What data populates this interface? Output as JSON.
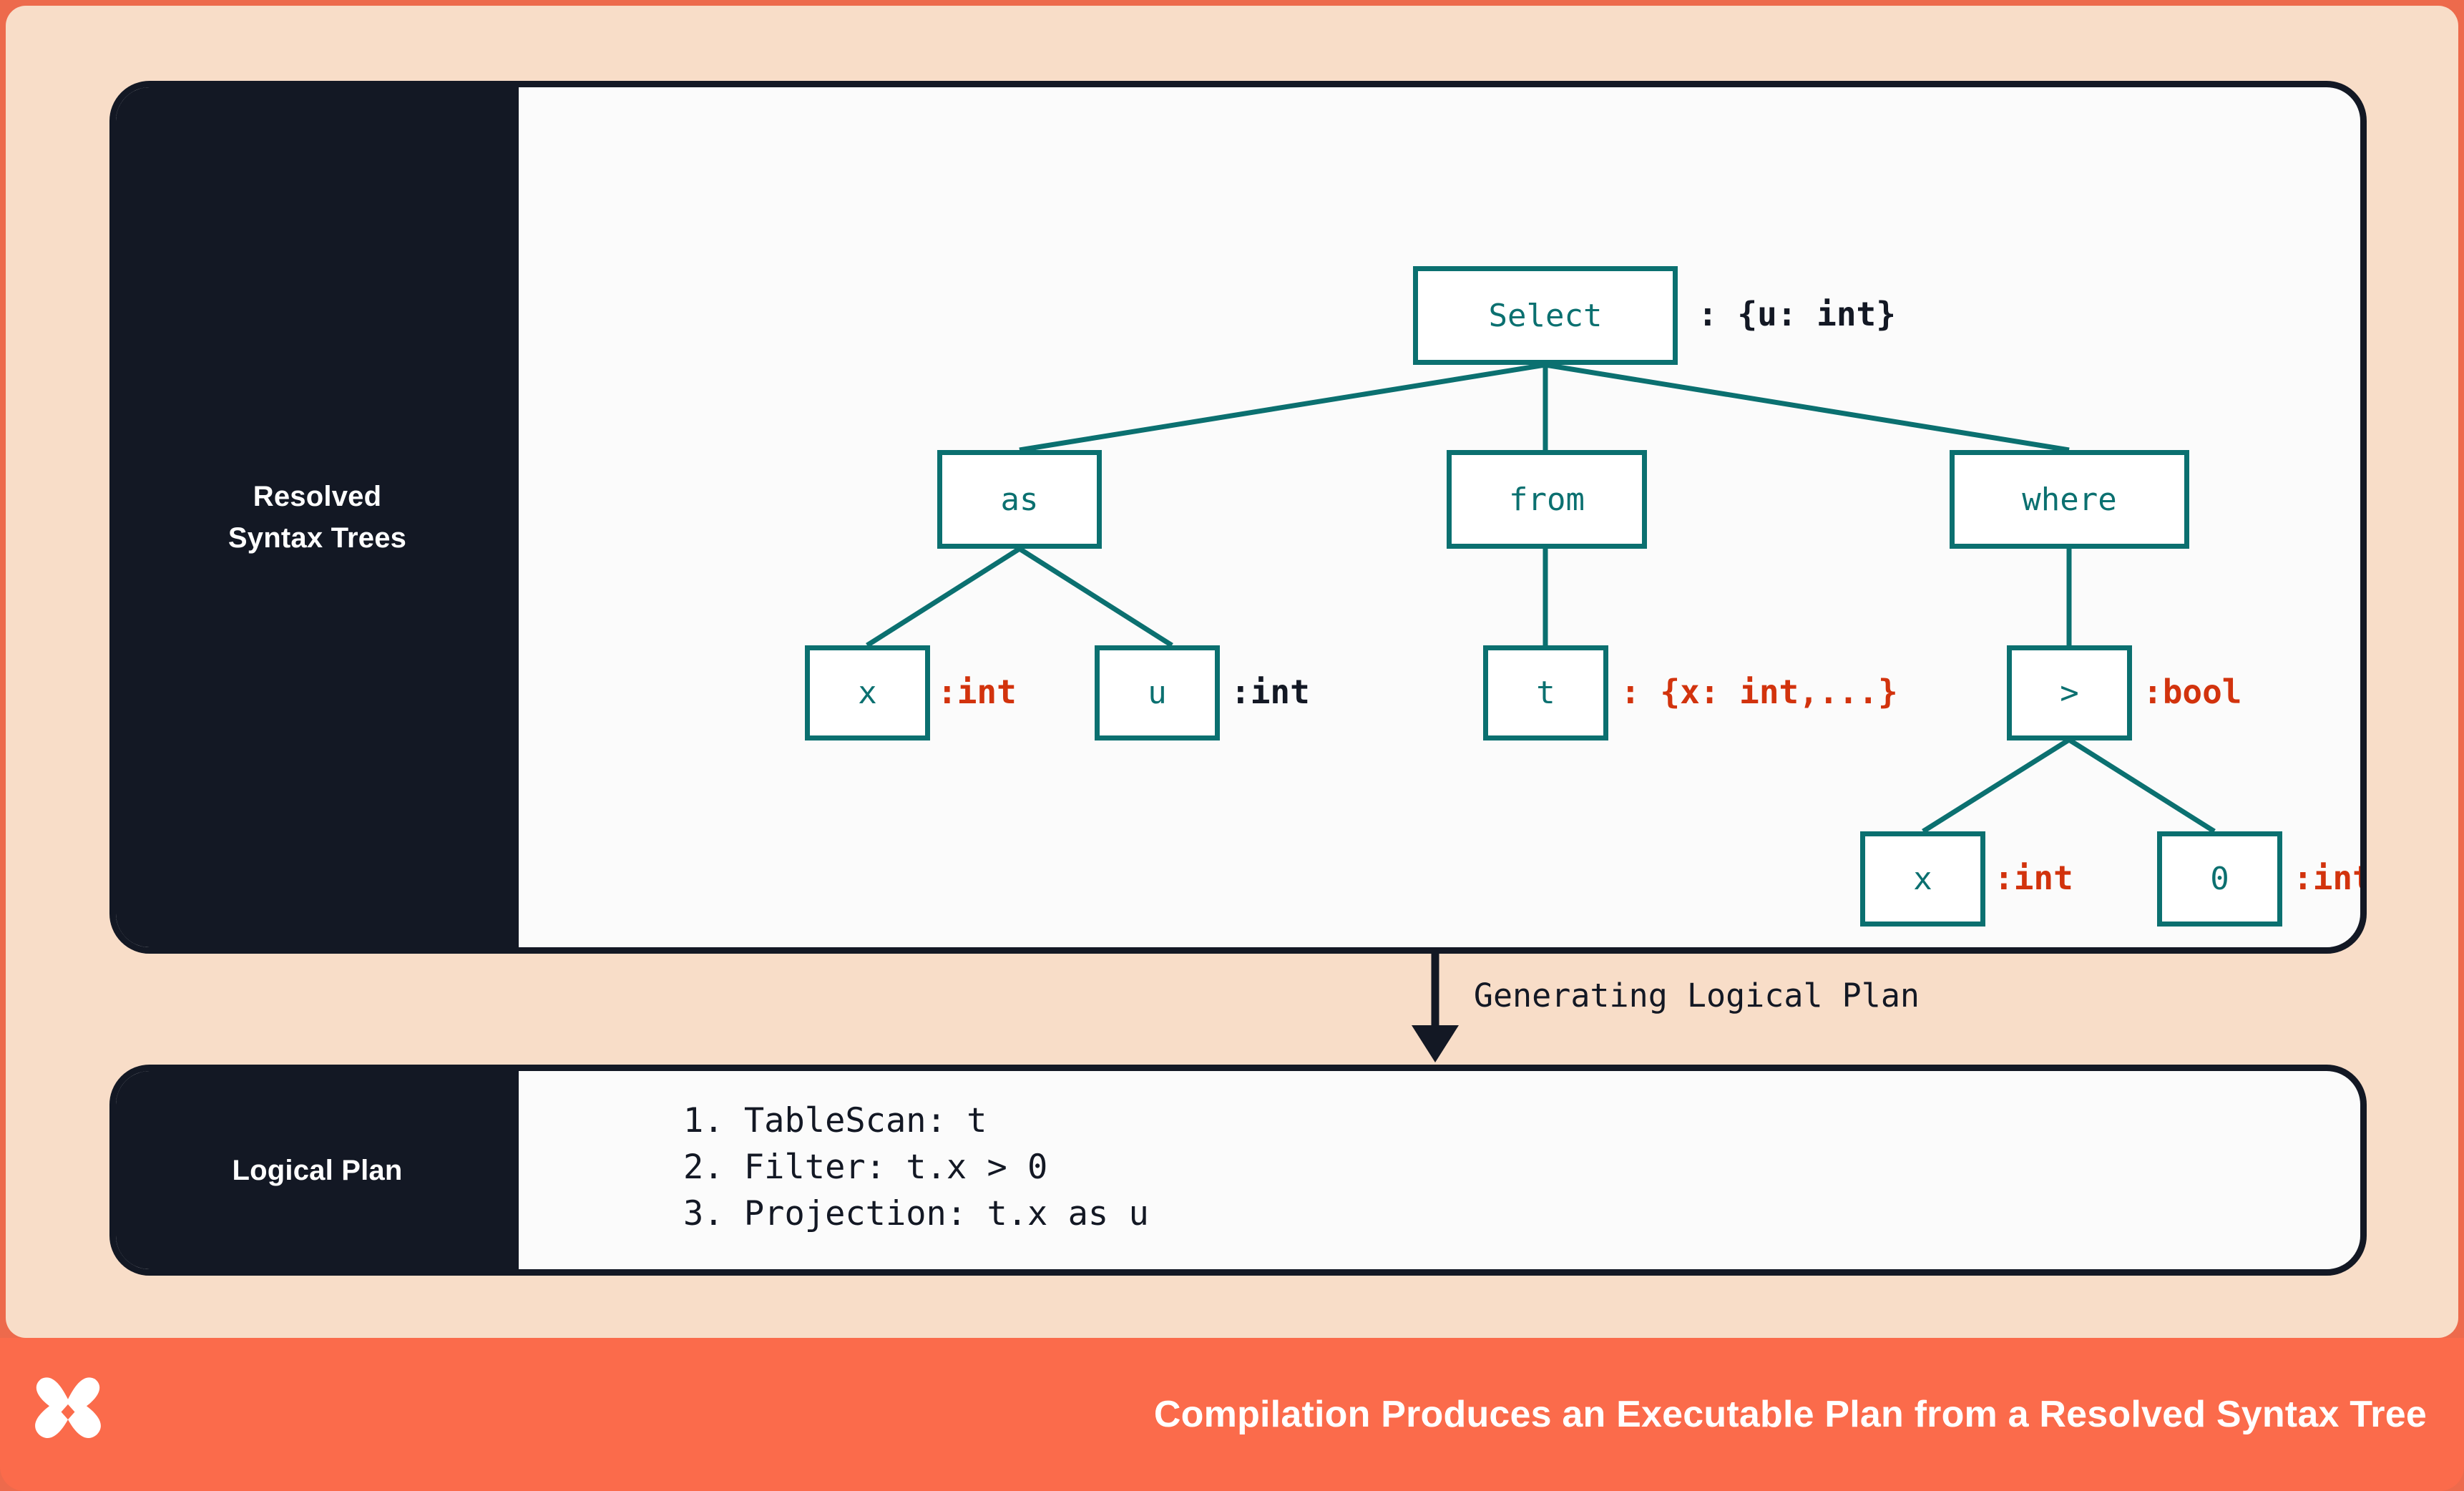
{
  "theme": {
    "outer_border": "#ED6A4C",
    "page_bg": "#F8DDC8",
    "panel_dark": "#131824",
    "panel_light": "#FBFBFB",
    "node_teal": "#0B7070",
    "type_red": "#D2330D",
    "footer_bg": "#FB6B4B"
  },
  "top_panel": {
    "sidebar_label_line1": "Resolved",
    "sidebar_label_line2": "Syntax Trees"
  },
  "tree": {
    "nodes": [
      {
        "id": "select",
        "label": "Select",
        "annotation": ": {u: int}",
        "ann_color": "dark"
      },
      {
        "id": "as",
        "label": "as",
        "annotation": "",
        "ann_color": "dark"
      },
      {
        "id": "from",
        "label": "from",
        "annotation": "",
        "ann_color": "dark"
      },
      {
        "id": "where",
        "label": "where",
        "annotation": "",
        "ann_color": "dark"
      },
      {
        "id": "as_x",
        "label": "x",
        "annotation": ":int",
        "ann_color": "red"
      },
      {
        "id": "as_u",
        "label": "u",
        "annotation": ":int",
        "ann_color": "dark"
      },
      {
        "id": "from_t",
        "label": "t",
        "annotation": ": {x: int,...}",
        "ann_color": "red"
      },
      {
        "id": "gt",
        "label": ">",
        "annotation": ":bool",
        "ann_color": "red"
      },
      {
        "id": "gt_x",
        "label": "x",
        "annotation": ":int",
        "ann_color": "red"
      },
      {
        "id": "gt_0",
        "label": "0",
        "annotation": ":int",
        "ann_color": "red"
      }
    ],
    "edges": [
      [
        "select",
        "as"
      ],
      [
        "select",
        "from"
      ],
      [
        "select",
        "where"
      ],
      [
        "as",
        "as_x"
      ],
      [
        "as",
        "as_u"
      ],
      [
        "from",
        "from_t"
      ],
      [
        "where",
        "gt"
      ],
      [
        "gt",
        "gt_x"
      ],
      [
        "gt",
        "gt_0"
      ]
    ]
  },
  "connector": {
    "label": "Generating Logical Plan"
  },
  "bottom_panel": {
    "sidebar_label": "Logical Plan",
    "steps": [
      "1. TableScan: t",
      "2. Filter: t.x > 0",
      "3. Projection: t.x as u"
    ]
  },
  "footer": {
    "caption": "Compilation Produces an Executable Plan from a Resolved Syntax Tree",
    "logo": "butterfly-x-logo"
  }
}
